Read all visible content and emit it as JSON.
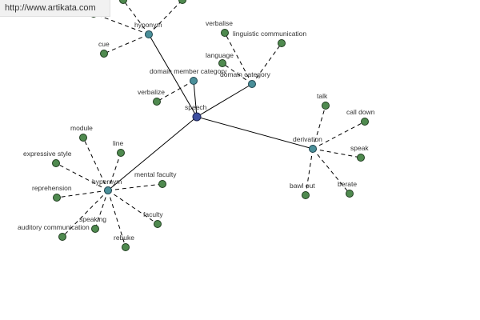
{
  "banner": {
    "url": "http://www.artikata.com"
  },
  "graph": {
    "center": {
      "id": "speech",
      "label": "speech"
    },
    "relations": [
      {
        "id": "hyponym",
        "label": "hyponym"
      },
      {
        "id": "domain-member-category",
        "label": "domain member category"
      },
      {
        "id": "domain-category",
        "label": "domain category"
      },
      {
        "id": "derivation",
        "label": "derivation"
      },
      {
        "id": "hypernym",
        "label": "hypernym"
      }
    ],
    "leaves": [
      {
        "id": "cue",
        "label": "cue",
        "parent": "hyponym"
      },
      {
        "id": "hyponym-top-left",
        "label": "",
        "parent": "hyponym"
      },
      {
        "id": "hyponym-top-mid",
        "label": "",
        "parent": "hyponym"
      },
      {
        "id": "hyponym-top-right",
        "label": "",
        "parent": "hyponym"
      },
      {
        "id": "verbalize",
        "label": "verbalize",
        "parent": "domain-member-category"
      },
      {
        "id": "verbalise",
        "label": "verbalise",
        "parent": "domain-category"
      },
      {
        "id": "linguistic-communication",
        "label": "linguistic communication",
        "parent": "domain-category"
      },
      {
        "id": "language",
        "label": "language",
        "parent": "domain-category"
      },
      {
        "id": "talk",
        "label": "talk",
        "parent": "derivation"
      },
      {
        "id": "call-down",
        "label": "call down",
        "parent": "derivation"
      },
      {
        "id": "speak",
        "label": "speak",
        "parent": "derivation"
      },
      {
        "id": "berate",
        "label": "berate",
        "parent": "derivation"
      },
      {
        "id": "bawl-out",
        "label": "bawl out",
        "parent": "derivation"
      },
      {
        "id": "module",
        "label": "module",
        "parent": "hypernym"
      },
      {
        "id": "line",
        "label": "line",
        "parent": "hypernym"
      },
      {
        "id": "expressive-style",
        "label": "expressive style",
        "parent": "hypernym"
      },
      {
        "id": "mental-faculty",
        "label": "mental faculty",
        "parent": "hypernym"
      },
      {
        "id": "reprehension",
        "label": "reprehension",
        "parent": "hypernym"
      },
      {
        "id": "faculty",
        "label": "faculty",
        "parent": "hypernym"
      },
      {
        "id": "speaking",
        "label": "speaking",
        "parent": "hypernym"
      },
      {
        "id": "auditory-communication",
        "label": "auditory communication",
        "parent": "hypernym"
      },
      {
        "id": "rebuke",
        "label": "rebuke",
        "parent": "hypernym"
      }
    ]
  }
}
